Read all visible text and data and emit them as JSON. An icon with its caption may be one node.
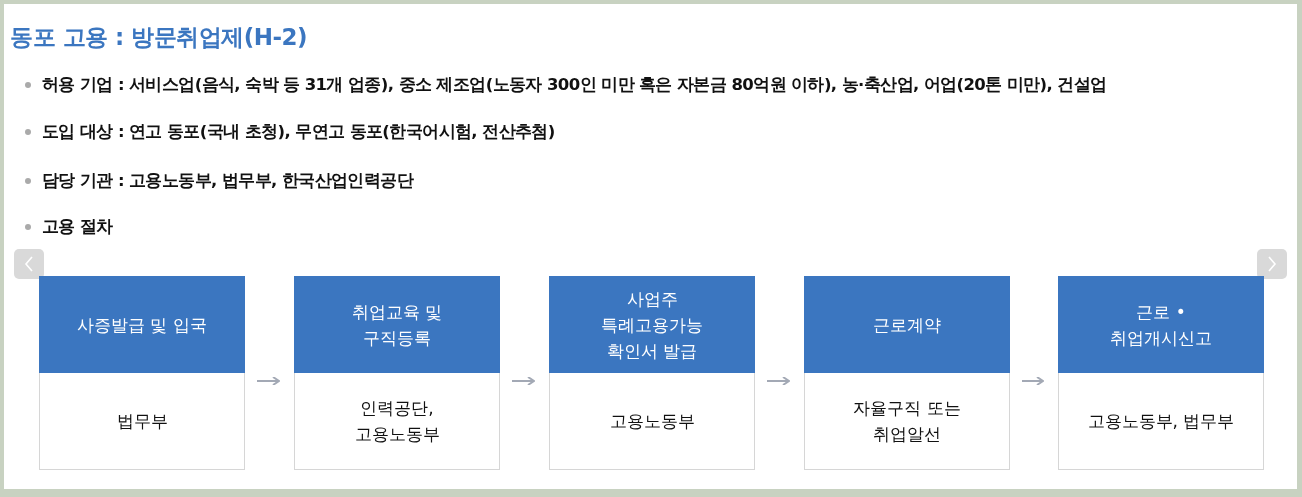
{
  "diagram": {
    "title": "동포 고용 : 방문취업제(H-2)",
    "nodes": [
      {
        "text": [
          "사증발급 및 입국",
          "법무부"
        ]
      },
      {
        "text": [
          "취업교육 및 구직등록",
          "인력공단, 고용노동부"
        ]
      },
      {
        "text": [
          "사업주 특례고용가능 확인서 발급",
          "고용노동부"
        ]
      },
      {
        "text": [
          "근로계약",
          "자율구직 또는 취업알선"
        ]
      },
      {
        "text": [
          "근로 • 취업개시신고",
          "고용노동부, 법무부"
        ]
      }
    ],
    "edges": [
      {
        "from": 0,
        "to": 1,
        "arrow": "to"
      },
      {
        "from": 1,
        "to": 2,
        "arrow": "to"
      },
      {
        "from": 2,
        "to": 3,
        "arrow": "to"
      },
      {
        "from": 3,
        "to": 4,
        "arrow": "to"
      }
    ],
    "labels": [
      "허용 기업 : 서비스업(음식, 숙박 등 31개 업종), 중소 제조업(노동자 300인 미만 혹은 자본금 80억원 이하), 농·축산업, 어업(20톤 미만), 건설업",
      "도입 대상 : 연고 동포(국내 초청), 무연고 동포(한국어시험, 전산추첨)",
      "담당 기관 : 고용노동부, 법무부, 한국산업인력공단",
      "고용 절차"
    ]
  }
}
